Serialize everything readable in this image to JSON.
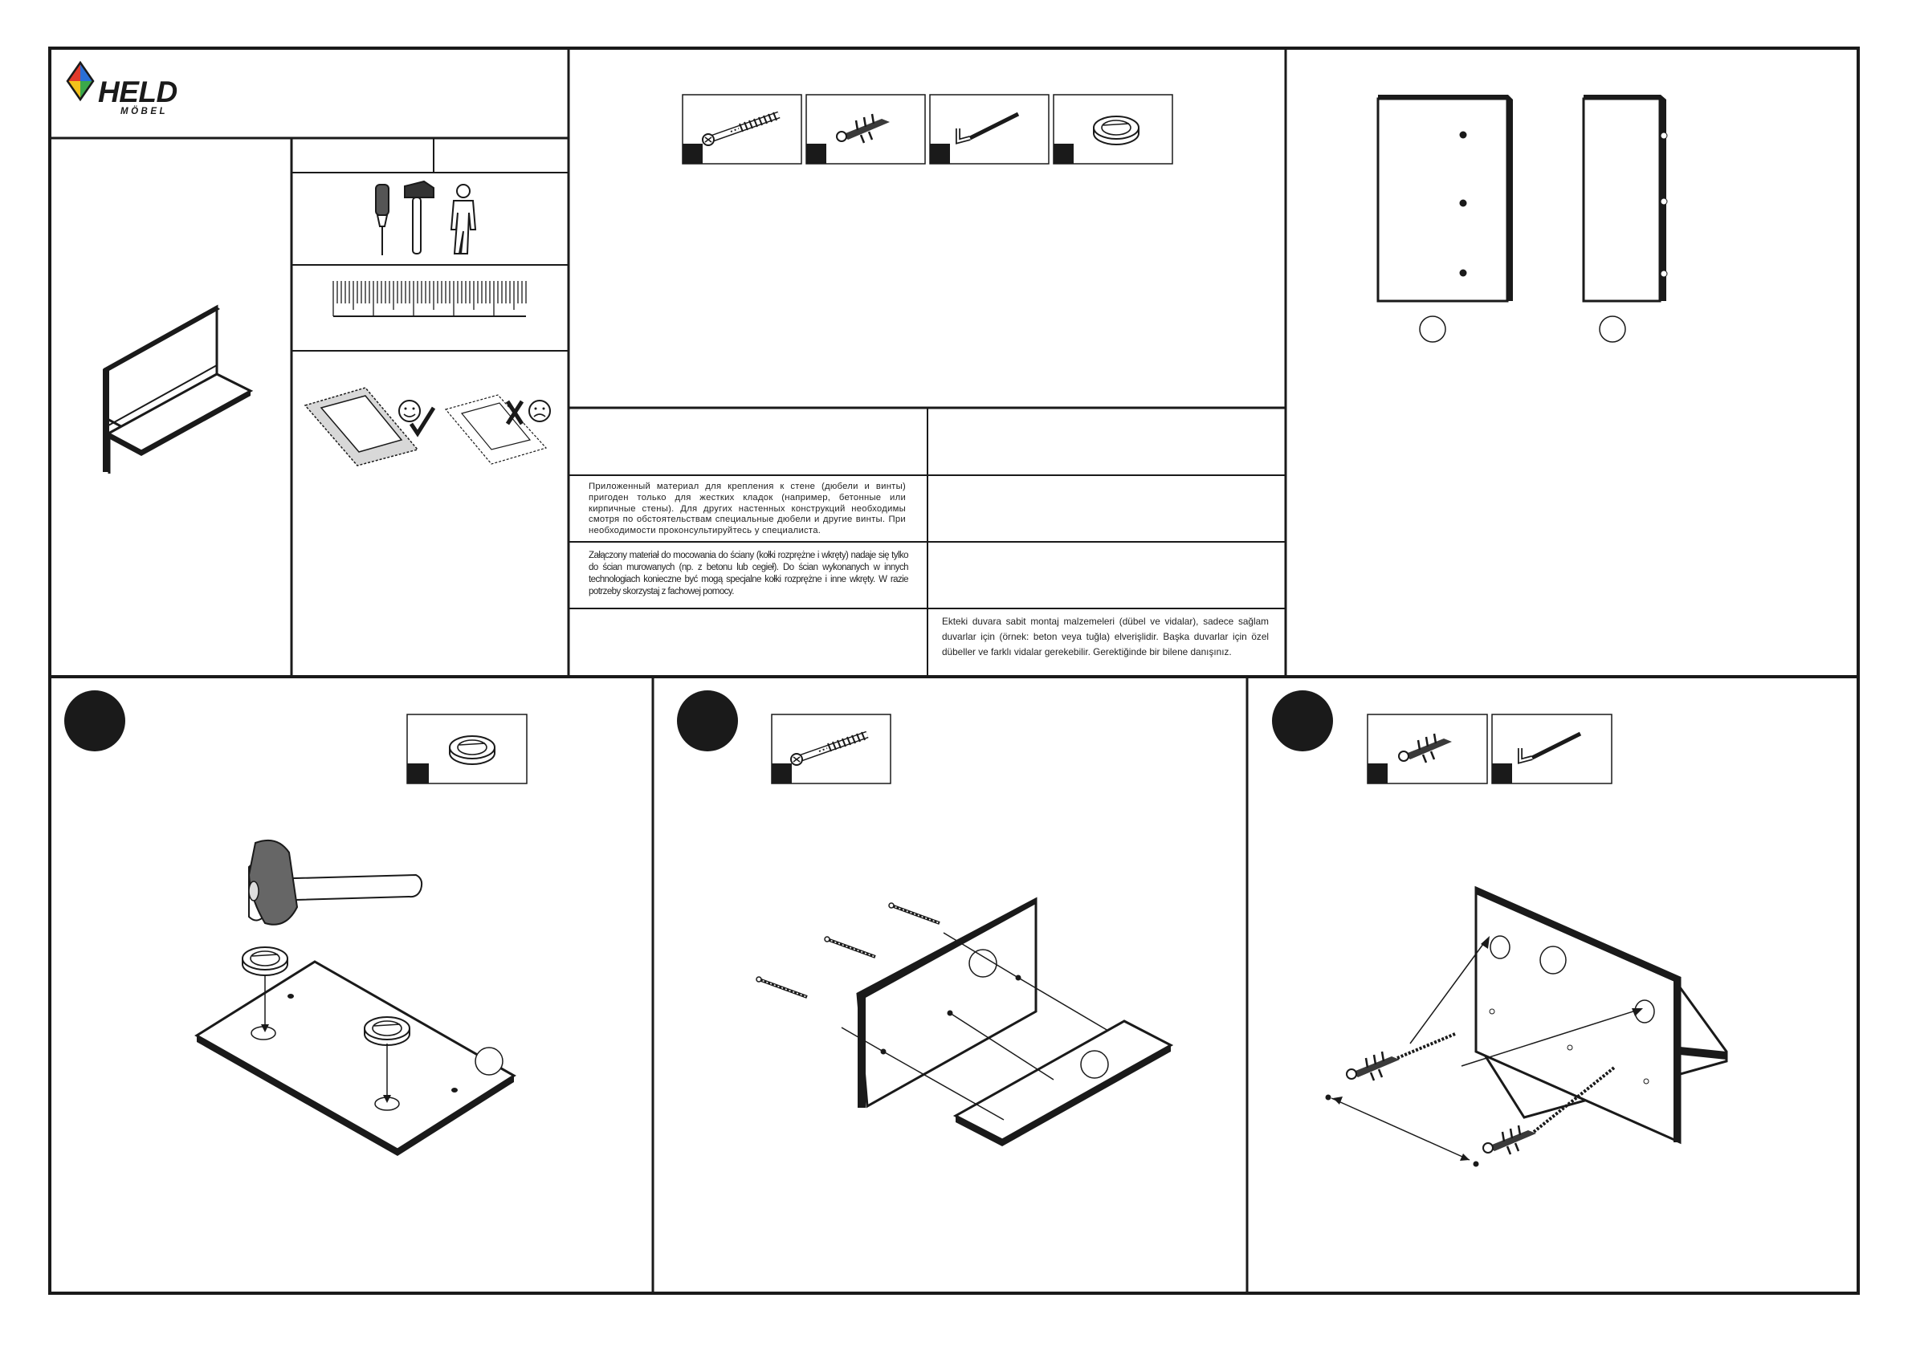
{
  "brand": {
    "name": "HELD",
    "sub": "MÖBEL"
  },
  "notes": {
    "ru": "Приложенный материал для крепления к стене (дюбели и винты) пригоден только для жестких кладок (например, бетонные или кирпичные стены). Для других настенных конструкций необходимы смотря по обстоятельствам специальные дюбели и другие винты. При необходимости проконсультируйтесь у специалиста.",
    "pl": "Załączony materiał do mocowania do ściany (kołki rozprężne i wkręty) nadaje się tylko do ścian murowanych (np. z betonu lub cegieł). Do ścian wykonanych w innych technologiach konieczne być mogą specjalne kołki rozprężne i inne wkręty. W razie potrzeby skorzystaj z fachowej pomocy.",
    "tr": "Ekteki duvara sabit montaj malzemeleri (dübel ve vidalar), sadece sağlam duvarlar için (örnek: beton veya tuğla) elverişlidir. Başka duvarlar için özel dübeller ve farklı vidalar gerekebilir. Gerektiğinde bir bilene danışınız."
  },
  "icons": {
    "tools": [
      "screwdriver-icon",
      "hammer-icon",
      "person-icon"
    ],
    "parts": [
      "screw-icon",
      "wall-plug-icon",
      "hook-screw-icon",
      "cam-lock-icon"
    ]
  },
  "steps": [
    {
      "parts": [
        "cam-lock-icon"
      ]
    },
    {
      "parts": [
        "screw-icon"
      ]
    },
    {
      "parts": [
        "wall-plug-icon",
        "hook-screw-icon"
      ]
    }
  ],
  "colors": {
    "ink": "#1a1a1a",
    "paper": "#ffffff",
    "grey": "#d8d8d8"
  }
}
